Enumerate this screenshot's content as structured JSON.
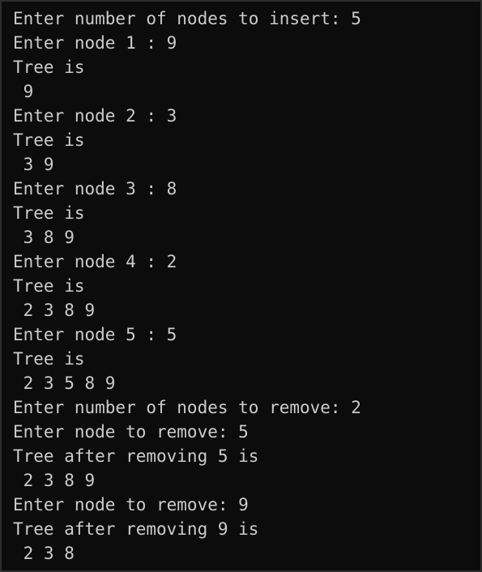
{
  "terminal": {
    "lines": [
      "Enter number of nodes to insert: 5",
      "Enter node 1 : 9",
      "Tree is",
      " 9",
      "Enter node 2 : 3",
      "Tree is",
      " 3 9",
      "Enter node 3 : 8",
      "Tree is",
      " 3 8 9",
      "Enter node 4 : 2",
      "Tree is",
      " 2 3 8 9",
      "Enter node 5 : 5",
      "Tree is",
      " 2 3 5 8 9",
      "Enter number of nodes to remove: 2",
      "Enter node to remove: 5",
      "Tree after removing 5 is",
      " 2 3 8 9",
      "Enter node to remove: 9",
      "Tree after removing 9 is",
      " 2 3 8"
    ],
    "colors": {
      "background": "#0c0c0c",
      "text": "#cccccc",
      "border": "#2d2d2d"
    }
  }
}
